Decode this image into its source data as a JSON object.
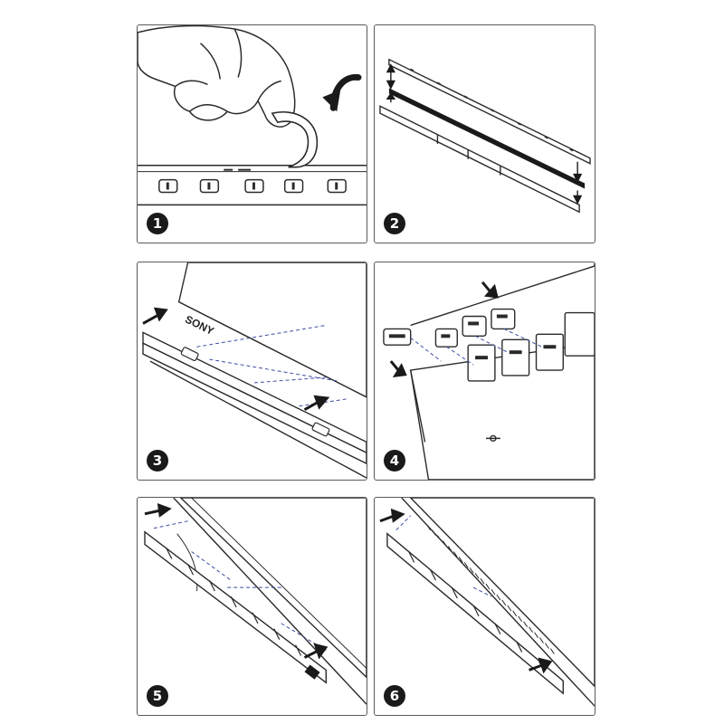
{
  "colors": {
    "line": "#2a2a2a",
    "dash": "#3b4ea0",
    "badge": "#1a1a1a",
    "border": "#5a5a5a"
  },
  "panels": [
    {
      "step": "1",
      "icons": [
        "hand-icon",
        "curved-arrow-icon"
      ]
    },
    {
      "step": "2",
      "icons": [
        "double-arrow-icon"
      ]
    },
    {
      "step": "3",
      "brand": "SONY",
      "icons": [
        "arrow-icon"
      ]
    },
    {
      "step": "4",
      "icons": [
        "arrow-icon"
      ]
    },
    {
      "step": "5",
      "icons": [
        "arrow-icon"
      ]
    },
    {
      "step": "6",
      "icons": [
        "arrow-icon"
      ]
    }
  ]
}
